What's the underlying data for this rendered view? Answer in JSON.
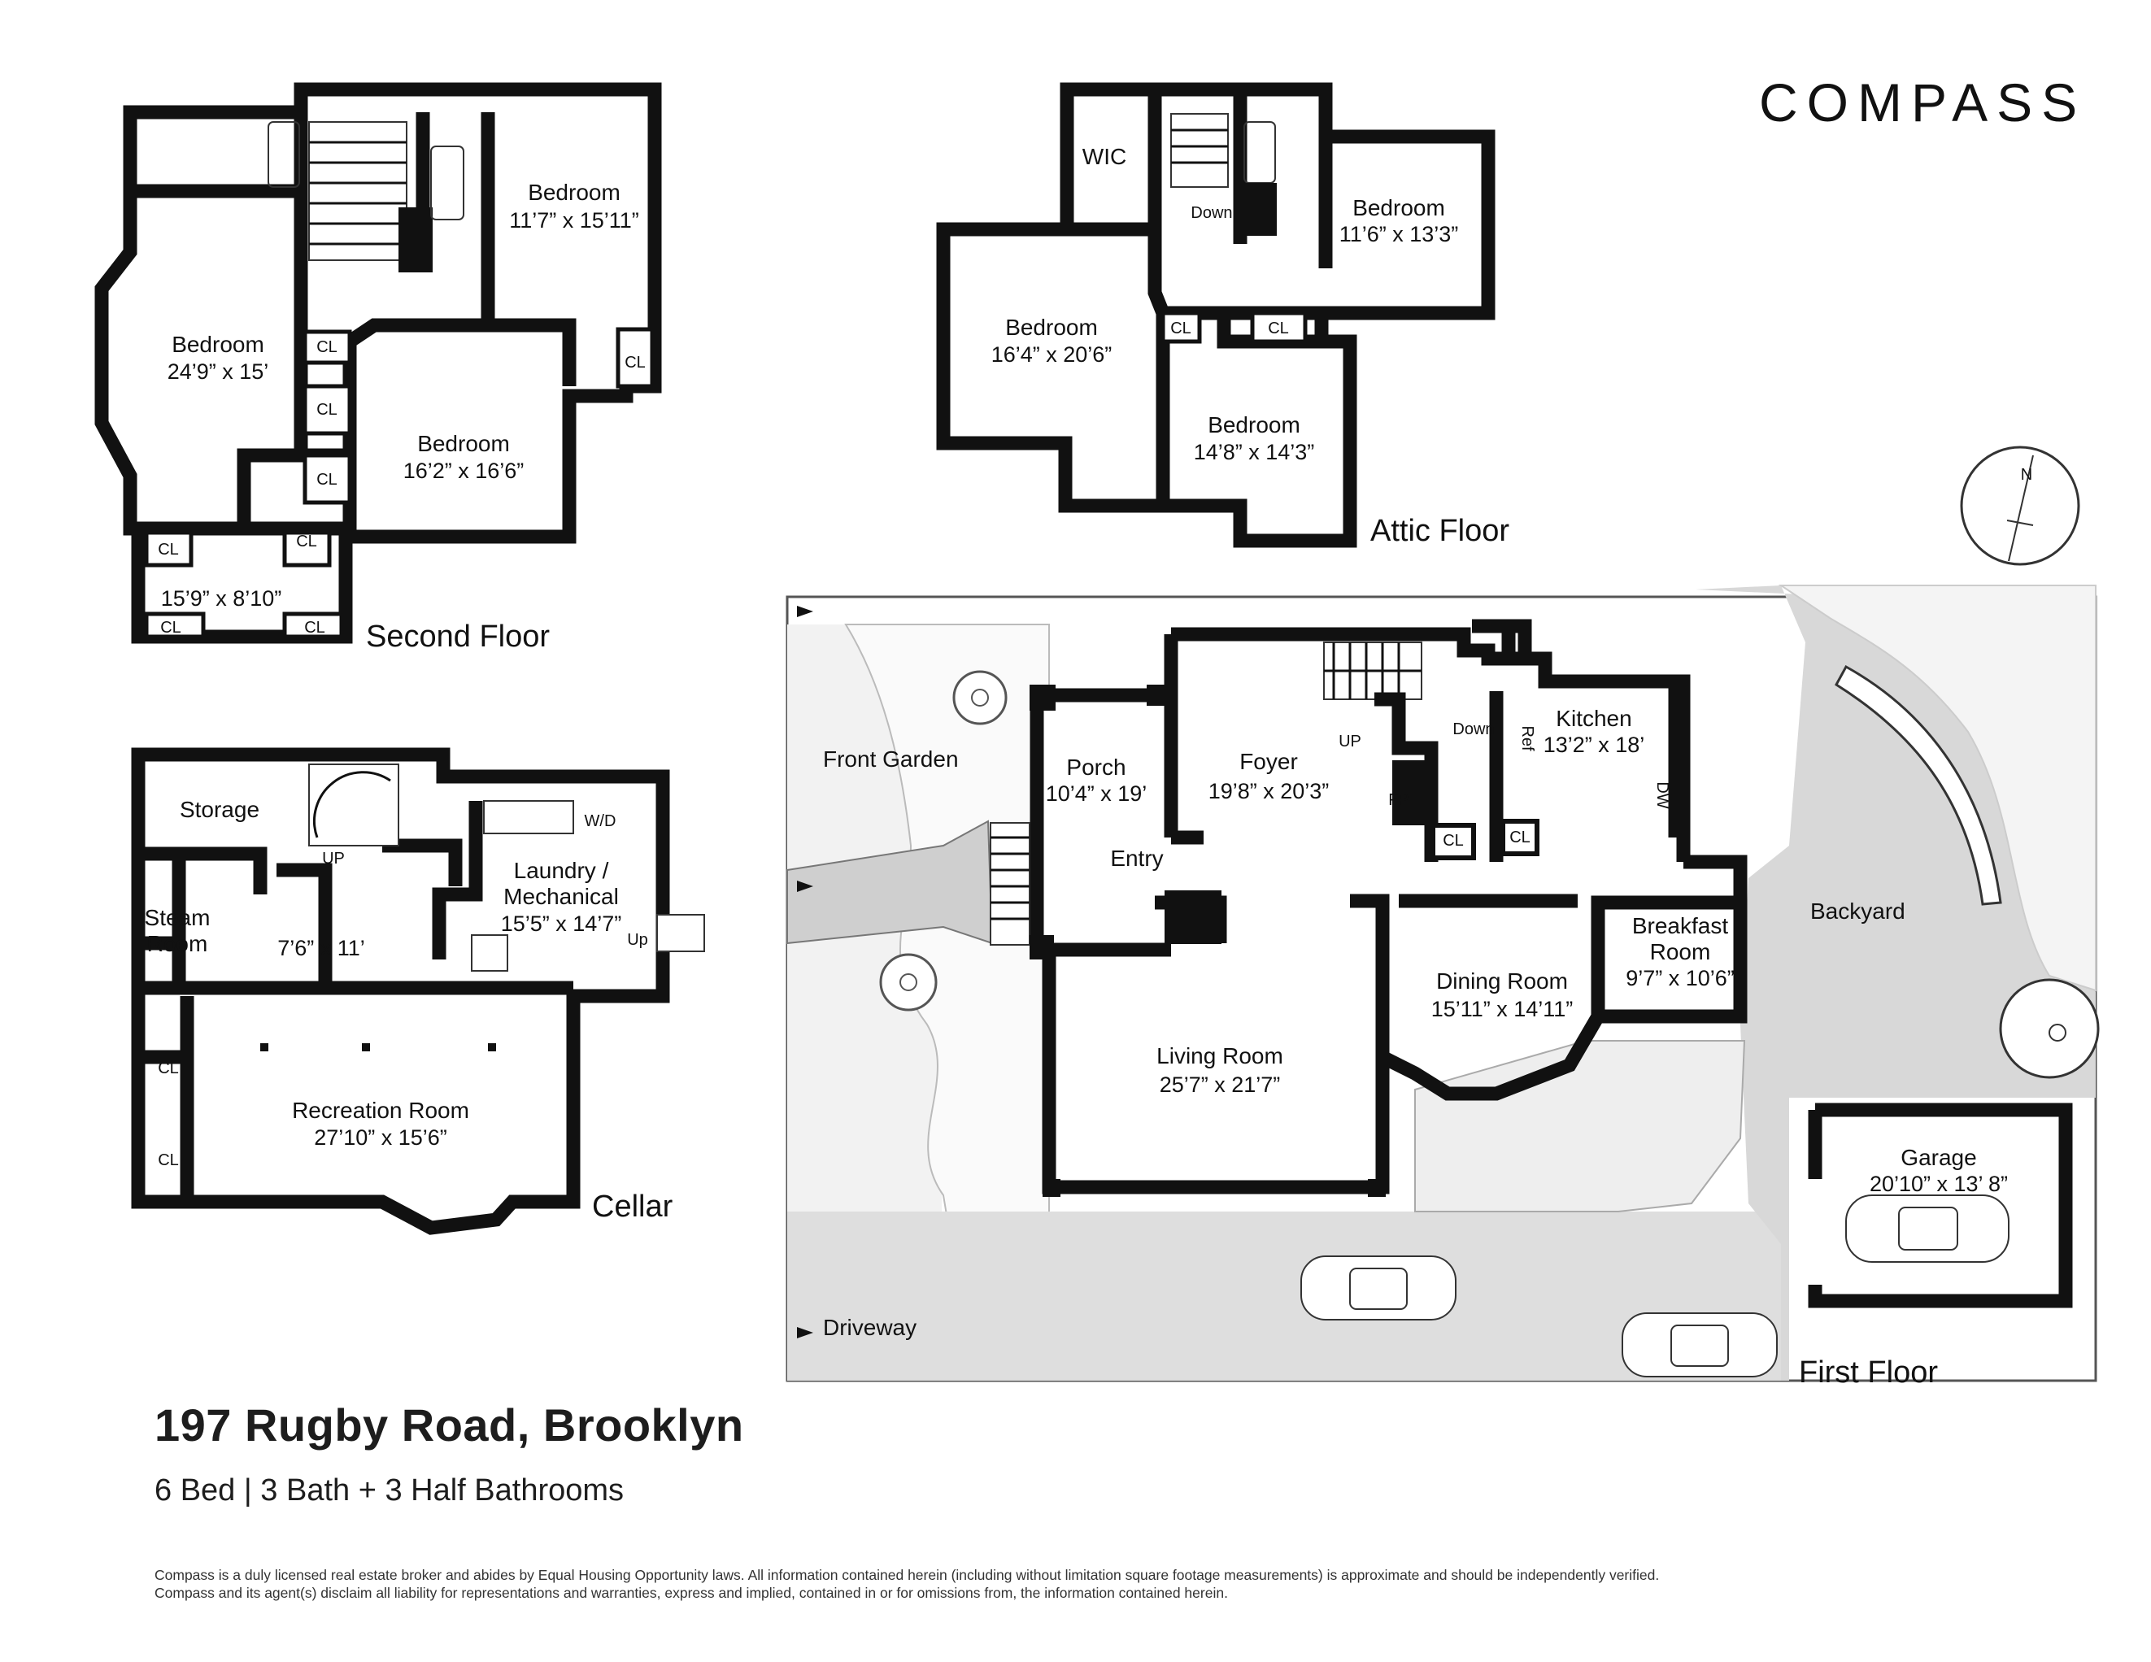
{
  "brand": {
    "name": "COMPASS"
  },
  "property": {
    "address": "197 Rugby Road, Brooklyn",
    "summary": "6 Bed | 3 Bath + 3 Half Bathrooms"
  },
  "disclaimer": {
    "line1": "Compass is a duly licensed real estate broker and abides by Equal Housing Opportunity laws.  All information contained herein (including without limitation square footage measurements) is approximate and should be independently verified.",
    "line2": "Compass and its agent(s) disclaim all liability for representations and warranties, express and implied, contained in or for omissions from, the information contained herein."
  },
  "floors": {
    "second": {
      "label": "Second Floor",
      "bedroom_large": {
        "name": "Bedroom",
        "dim": "24’9” x 15’"
      },
      "bedroom_ne": {
        "name": "Bedroom",
        "dim": "11’7” x 15’11”"
      },
      "bedroom_se": {
        "name": "Bedroom",
        "dim": "16’2” x 16’6”"
      },
      "sunroom_dim": "15’9” x 8’10”",
      "closet": "CL"
    },
    "attic": {
      "label": "Attic Floor",
      "wic": "WIC",
      "down": "Down",
      "bedroom_ne": {
        "name": "Bedroom",
        "dim": "11’6” x 13’3”"
      },
      "bedroom_w": {
        "name": "Bedroom",
        "dim": "16’4” x 20’6”"
      },
      "bedroom_s": {
        "name": "Bedroom",
        "dim": "14’8” x 14’3”"
      },
      "closet": "CL"
    },
    "cellar": {
      "label": "Cellar",
      "storage": "Storage",
      "steam_line1": "Steam",
      "steam_line2": "Room",
      "up": "UP",
      "up2": "Up",
      "wd": "W/D",
      "laundry_line1": "Laundry /",
      "laundry_line2": "Mechanical",
      "laundry_dim": "15’5” x 14’7”",
      "hall_dim": "7’6” x 11’",
      "rec": {
        "name": "Recreation Room",
        "dim": "27’10” x 15’6”"
      },
      "closet": "CL"
    },
    "first": {
      "label": "First Floor",
      "front_garden": "Front Garden",
      "driveway": "Driveway",
      "backyard": "Backyard",
      "porch": {
        "name": "Porch",
        "dim": "10’4” x 19’"
      },
      "entry": "Entry",
      "foyer": {
        "name": "Foyer",
        "dim": "19’8” x 20’3”"
      },
      "up": "UP",
      "down": "Down",
      "fp": "FP",
      "ref": "Ref",
      "dw": "DW",
      "kitchen": {
        "name": "Kitchen",
        "dim": "13’2” x 18’"
      },
      "breakfast": {
        "line1": "Breakfast",
        "line2": "Room",
        "dim": "9’7” x 10’6”"
      },
      "dining": {
        "name": "Dining Room",
        "dim": "15’11” x 14’11”"
      },
      "living": {
        "name": "Living Room",
        "dim": "25’7” x 21’7”"
      },
      "garage": {
        "name": "Garage",
        "dim": "20’10” x 13’ 8”"
      },
      "closet": "CL"
    }
  },
  "compass_rose": {
    "north": "N"
  }
}
